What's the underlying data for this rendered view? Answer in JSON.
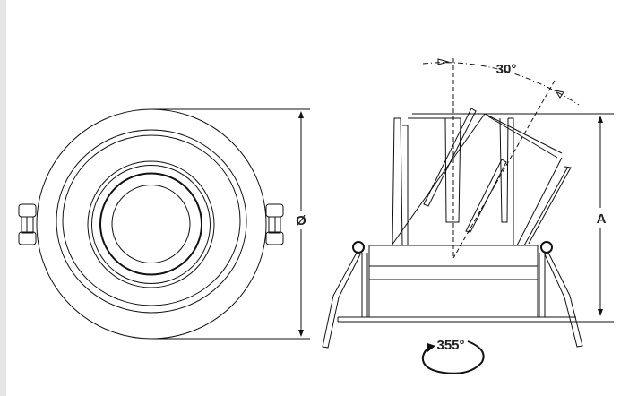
{
  "drawing": {
    "front_view": {
      "diameter_label": "Ø"
    },
    "side_view": {
      "height_label": "A",
      "tilt_angle_label": "30°",
      "rotation_angle_label": "355°"
    }
  }
}
